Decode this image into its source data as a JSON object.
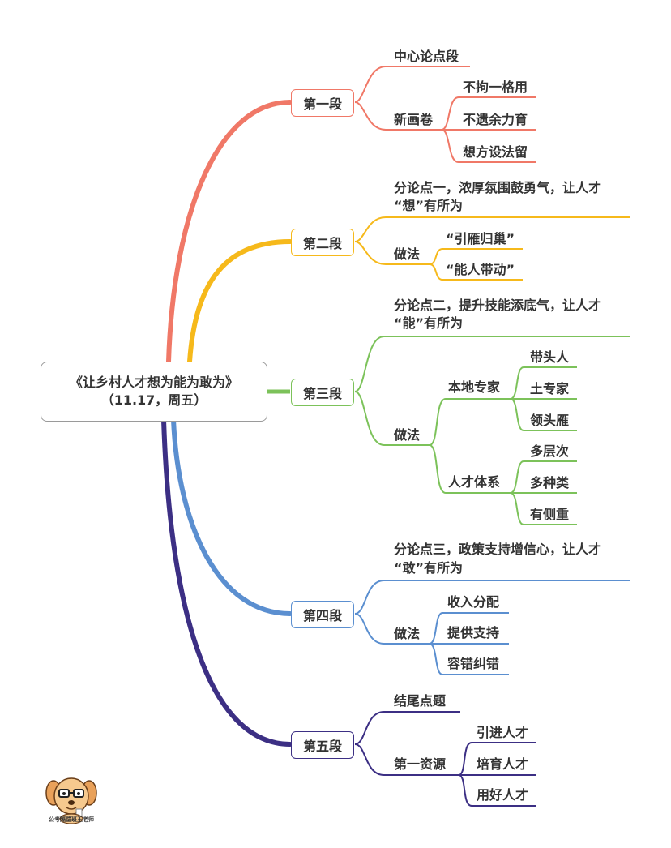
{
  "root": {
    "title": "《让乡村人才想为能为敢为》",
    "subtitle": "（11.17，周五）"
  },
  "sections": [
    {
      "label": "第一段",
      "color": "#f07867",
      "claim": "中心论点段",
      "method": "新画卷",
      "items": [
        "不拘一格用",
        "不遗余力育",
        "想方设法留"
      ]
    },
    {
      "label": "第二段",
      "color": "#f6b91b",
      "claim_line1": "分论点一，浓厚氛围鼓勇气，让人才",
      "claim_line2": "“想”有所为",
      "method": "做法",
      "items": [
        "“引雁归巢”",
        "“能人带动”"
      ]
    },
    {
      "label": "第三段",
      "color": "#7cc25a",
      "claim_line1": "分论点二，提升技能添底气，让人才",
      "claim_line2": "“能”有所为",
      "method": "做法",
      "groups": [
        {
          "label": "本地专家",
          "items": [
            "带头人",
            "土专家",
            "领头雁"
          ]
        },
        {
          "label": "人才体系",
          "items": [
            "多层次",
            "多种类",
            "有侧重"
          ]
        }
      ]
    },
    {
      "label": "第四段",
      "color": "#5b8fd0",
      "claim_line1": "分论点三，政策支持增信心，让人才",
      "claim_line2": "“敢”有所为",
      "method": "做法",
      "items": [
        "收入分配",
        "提供支持",
        "容错纠错"
      ]
    },
    {
      "label": "第五段",
      "color": "#3c2f84",
      "claim": "结尾点题",
      "method": "第一资源",
      "items": [
        "引进人才",
        "培育人才",
        "用好人才"
      ]
    }
  ],
  "logo": {
    "caption": "公考隔壁班王老师"
  }
}
